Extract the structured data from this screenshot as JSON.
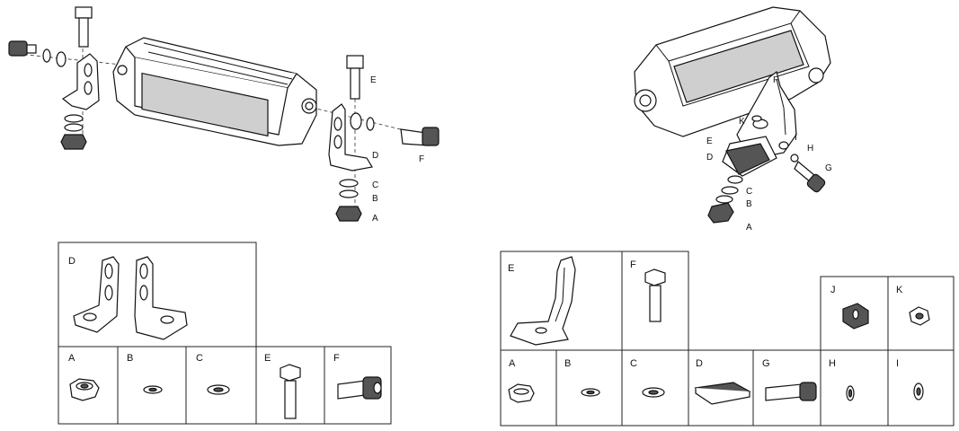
{
  "left": {
    "callouts": [
      "E",
      "F",
      "D",
      "C",
      "B",
      "A"
    ],
    "kit_table": {
      "large": [
        "D"
      ],
      "small": [
        "A",
        "B",
        "C",
        "E",
        "F"
      ]
    }
  },
  "right": {
    "callouts": [
      "F",
      "K",
      "E",
      "D",
      "I",
      "H",
      "G",
      "C",
      "B",
      "A"
    ],
    "kit_table": {
      "top": [
        "E",
        "F",
        "J",
        "K"
      ],
      "bottom": [
        "A",
        "B",
        "C",
        "D",
        "G",
        "H",
        "I"
      ]
    }
  }
}
